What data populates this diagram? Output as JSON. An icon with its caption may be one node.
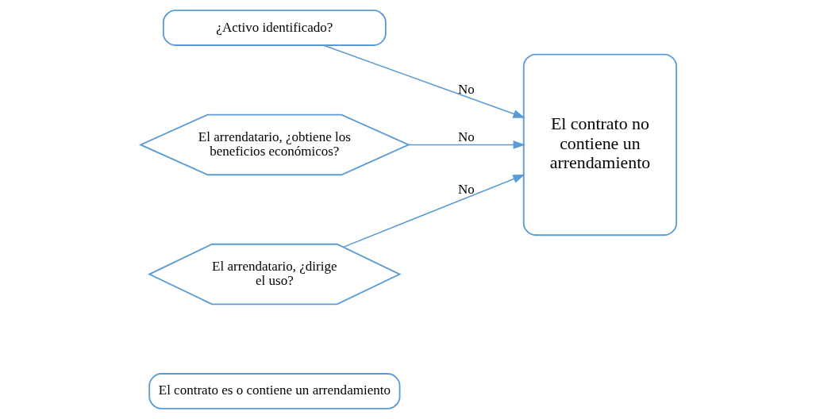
{
  "diagram": {
    "nodes": [
      {
        "text": [
          "¿Activo identificado?"
        ]
      },
      {
        "text": [
          "El arrendatario, ¿obtiene los beneficios económicos?"
        ]
      },
      {
        "text": [
          "El arrendatario, ¿dirige el uso?"
        ]
      },
      {
        "text": [
          "El contrato no contiene un arrendamiento"
        ]
      },
      {
        "text": [
          "El contrato es o contiene un arrendamiento"
        ]
      }
    ],
    "edges": [
      {
        "from": 0,
        "to": 3,
        "arrow": "to",
        "label": "No"
      },
      {
        "from": 1,
        "to": 3,
        "arrow": "to",
        "label": "No"
      },
      {
        "from": 2,
        "to": 3,
        "arrow": "to",
        "label": "No"
      }
    ]
  }
}
